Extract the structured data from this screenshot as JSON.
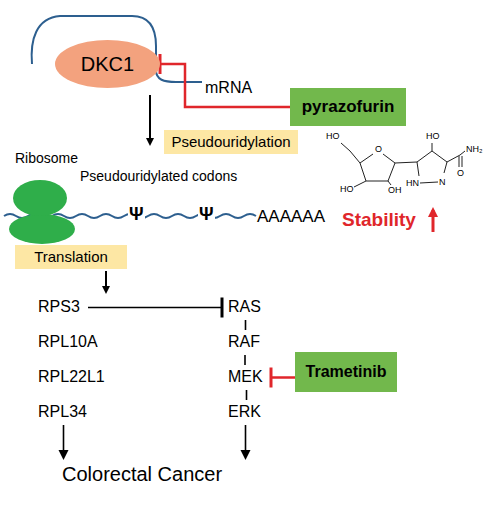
{
  "diagram": {
    "nodes": [
      {
        "text": [
          "DKC1"
        ]
      },
      {
        "text": [
          "pyrazofurin"
        ]
      },
      {
        "text": [
          "Pseudouridylation"
        ]
      },
      {
        "text": [
          "Translation"
        ]
      },
      {
        "text": [
          "RPS3"
        ]
      },
      {
        "text": [
          "RAS"
        ]
      },
      {
        "text": [
          "RPL10A"
        ]
      },
      {
        "text": [
          "RAF"
        ]
      },
      {
        "text": [
          "RPL22L1"
        ]
      },
      {
        "text": [
          "MEK"
        ]
      },
      {
        "text": [
          "Trametinib"
        ]
      },
      {
        "text": [
          "RPL34"
        ]
      },
      {
        "text": [
          "ERK"
        ]
      },
      {
        "text": [
          "Colorectal Cancer"
        ]
      }
    ],
    "edges": [
      {
        "from": 1,
        "to": 0,
        "arrow": "to"
      },
      {
        "from": 4,
        "to": 5,
        "arrow": "to"
      },
      {
        "from": 5,
        "to": 7,
        "arrow": "none"
      },
      {
        "from": 7,
        "to": 9,
        "arrow": "none"
      },
      {
        "from": 9,
        "to": 12,
        "arrow": "none"
      },
      {
        "from": 10,
        "to": 9,
        "arrow": "to"
      },
      {
        "from": 11,
        "to": 13,
        "arrow": "to"
      },
      {
        "from": 12,
        "to": 13,
        "arrow": "to"
      }
    ],
    "labels": [
      "mRNA",
      "Ribosome",
      "Pseudouridylated codons",
      "Ψ",
      "Ψ",
      "AAAAAA",
      "Stability",
      "HO",
      "O",
      "HO",
      "NH₂",
      "O",
      "HO",
      "OH",
      "HN",
      "N"
    ]
  }
}
